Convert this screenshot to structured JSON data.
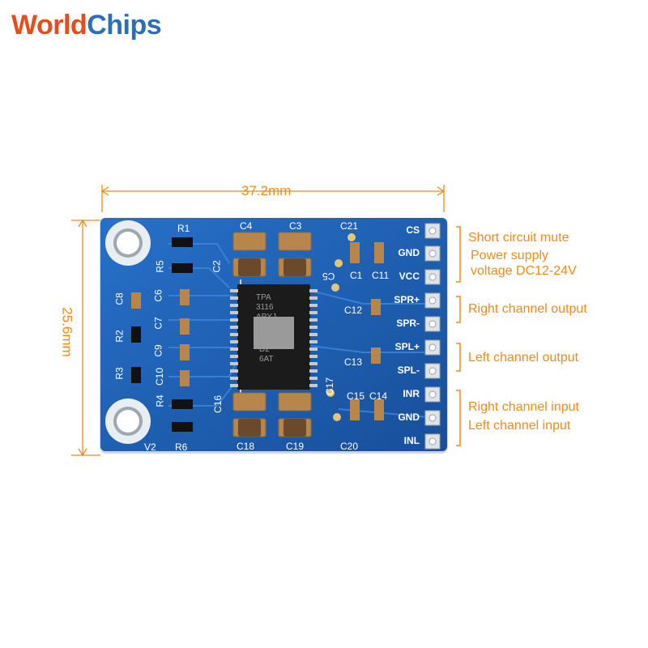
{
  "brand": {
    "name_first": "World",
    "name_second": "Chips"
  },
  "dimensions": {
    "width": "37.2mm",
    "height": "25.6mm"
  },
  "pins": [
    {
      "label": "CS"
    },
    {
      "label": "GND"
    },
    {
      "label": "VCC"
    },
    {
      "label": "SPR+"
    },
    {
      "label": "SPR-"
    },
    {
      "label": "SPL+"
    },
    {
      "label": "SPL-"
    },
    {
      "label": "INR"
    },
    {
      "label": "GND"
    },
    {
      "label": "INL"
    }
  ],
  "annotations": {
    "short_circuit_mute": "Short circuit mute",
    "power_supply": "Power supply",
    "voltage": "voltage DC12-24V",
    "right_output": "Right channel output",
    "left_output": "Left channel output",
    "right_input": "Right channel input",
    "left_input": "Left channel input"
  },
  "silkscreen": {
    "r1": "R1",
    "r2": "R2",
    "r3": "R3",
    "r4": "R4",
    "r5": "R5",
    "r6": "R6",
    "c1": "C1",
    "c2": "C2",
    "c3": "C3",
    "c4": "C4",
    "c5": "C5",
    "c6": "C6",
    "c7": "C7",
    "c8": "C8",
    "c9": "C9",
    "c10": "C10",
    "c11": "C11",
    "c12": "C12",
    "c13": "C13",
    "c14": "C14",
    "c15": "C15",
    "c16": "C16",
    "c17": "C17",
    "c18": "C18",
    "c19": "C19",
    "c20": "C20",
    "c21": "C21",
    "v2": "V2"
  },
  "chip": {
    "line1": "TPA",
    "line2": "3116",
    "line3": "APYJ",
    "line4": "D2",
    "line5": "6AT"
  },
  "colors": {
    "board": "#1a5fb4",
    "accent": "#f08a1c",
    "gold": "#d9b45a"
  }
}
